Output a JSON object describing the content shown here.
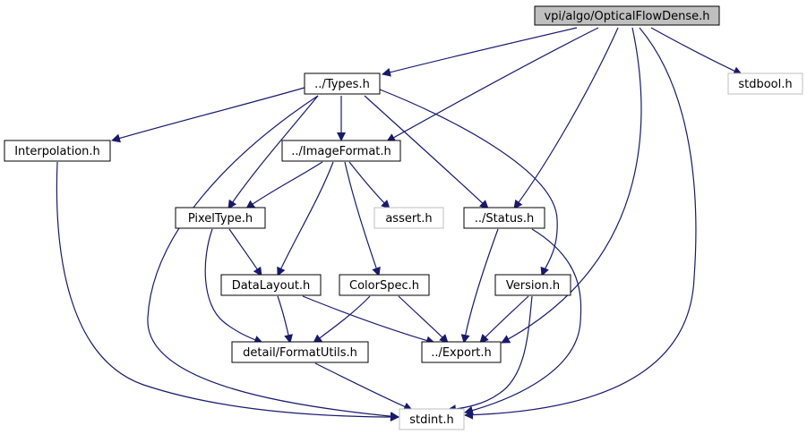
{
  "nodes": {
    "optical_flow_dense": {
      "label": "vpi/algo/OpticalFlowDense.h",
      "style": "root"
    },
    "types": {
      "label": "../Types.h",
      "style": "normal"
    },
    "stdbool": {
      "label": "stdbool.h",
      "style": "external"
    },
    "interpolation": {
      "label": "Interpolation.h",
      "style": "normal"
    },
    "image_format": {
      "label": "../ImageFormat.h",
      "style": "normal"
    },
    "pixel_type": {
      "label": "PixelType.h",
      "style": "normal"
    },
    "assert": {
      "label": "assert.h",
      "style": "external"
    },
    "status": {
      "label": "../Status.h",
      "style": "normal"
    },
    "data_layout": {
      "label": "DataLayout.h",
      "style": "normal"
    },
    "color_spec": {
      "label": "ColorSpec.h",
      "style": "normal"
    },
    "version": {
      "label": "Version.h",
      "style": "normal"
    },
    "format_utils": {
      "label": "detail/FormatUtils.h",
      "style": "normal"
    },
    "export": {
      "label": "../Export.h",
      "style": "normal"
    },
    "stdint": {
      "label": "stdint.h",
      "style": "external"
    }
  },
  "edges": [
    [
      "optical_flow_dense",
      "types"
    ],
    [
      "optical_flow_dense",
      "image_format"
    ],
    [
      "optical_flow_dense",
      "status"
    ],
    [
      "optical_flow_dense",
      "export"
    ],
    [
      "optical_flow_dense",
      "stdint"
    ],
    [
      "optical_flow_dense",
      "stdbool"
    ],
    [
      "types",
      "interpolation"
    ],
    [
      "types",
      "image_format"
    ],
    [
      "types",
      "pixel_type"
    ],
    [
      "types",
      "status"
    ],
    [
      "types",
      "version"
    ],
    [
      "types",
      "stdint"
    ],
    [
      "interpolation",
      "stdint"
    ],
    [
      "image_format",
      "pixel_type"
    ],
    [
      "image_format",
      "data_layout"
    ],
    [
      "image_format",
      "assert"
    ],
    [
      "image_format",
      "color_spec"
    ],
    [
      "pixel_type",
      "data_layout"
    ],
    [
      "pixel_type",
      "format_utils"
    ],
    [
      "status",
      "export"
    ],
    [
      "status",
      "stdint"
    ],
    [
      "data_layout",
      "format_utils"
    ],
    [
      "data_layout",
      "export"
    ],
    [
      "color_spec",
      "format_utils"
    ],
    [
      "color_spec",
      "export"
    ],
    [
      "version",
      "export"
    ],
    [
      "version",
      "stdint"
    ],
    [
      "format_utils",
      "stdint"
    ]
  ],
  "colors": {
    "edge": "#191970",
    "node_border": "#000000",
    "external_border": "#bfbfbf",
    "root_fill": "#bfbfbf",
    "node_fill": "#ffffff",
    "text": "#000000"
  }
}
